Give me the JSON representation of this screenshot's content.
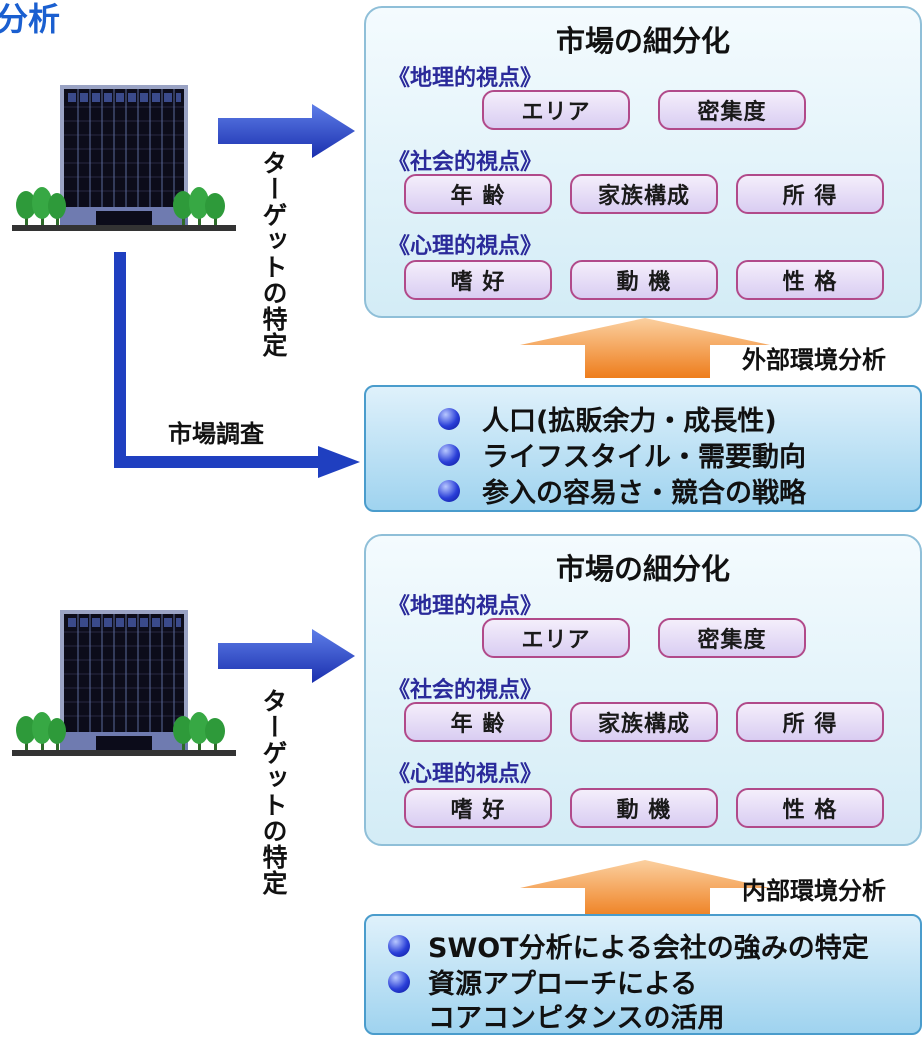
{
  "header": {
    "title": "分析"
  },
  "top": {
    "target_label": "ターゲットの特定",
    "research_label": "市場調査",
    "analysis_label": "外部環境分析",
    "panel": {
      "title": "市場の細分化",
      "geo": {
        "label": "《地理的視点》",
        "items": [
          "エリア",
          "密集度"
        ]
      },
      "social": {
        "label": "《社会的視点》",
        "items": [
          "年 齢",
          "家族構成",
          "所 得"
        ]
      },
      "psych": {
        "label": "《心理的視点》",
        "items": [
          "嗜 好",
          "動 機",
          "性 格"
        ]
      }
    },
    "info_items": [
      "人口(拡販余力・成長性)",
      "ライフスタイル・需要動向",
      "参入の容易さ・競合の戦略"
    ]
  },
  "bottom": {
    "target_label": "ターゲットの特定",
    "analysis_label": "内部環境分析",
    "panel": {
      "title": "市場の細分化",
      "geo": {
        "label": "《地理的視点》",
        "items": [
          "エリア",
          "密集度"
        ]
      },
      "social": {
        "label": "《社会的視点》",
        "items": [
          "年 齢",
          "家族構成",
          "所 得"
        ]
      },
      "psych": {
        "label": "《心理的視点》",
        "items": [
          "嗜 好",
          "動 機",
          "性 格"
        ]
      }
    },
    "info_items": [
      "SWOT分析による会社の強みの特定",
      "資源アプローチによる",
      "コアコンピタンスの活用"
    ]
  },
  "icons": [
    "office-building-icon",
    "tree-icon",
    "right-arrow-icon",
    "up-arrow-icon",
    "bullet-dot-icon"
  ],
  "colors": {
    "title_blue": "#1a5fd0",
    "arrow_blue": "#1f3fc0",
    "arrow_orange": "#f08a2a",
    "pill_border": "#b14a8a"
  }
}
